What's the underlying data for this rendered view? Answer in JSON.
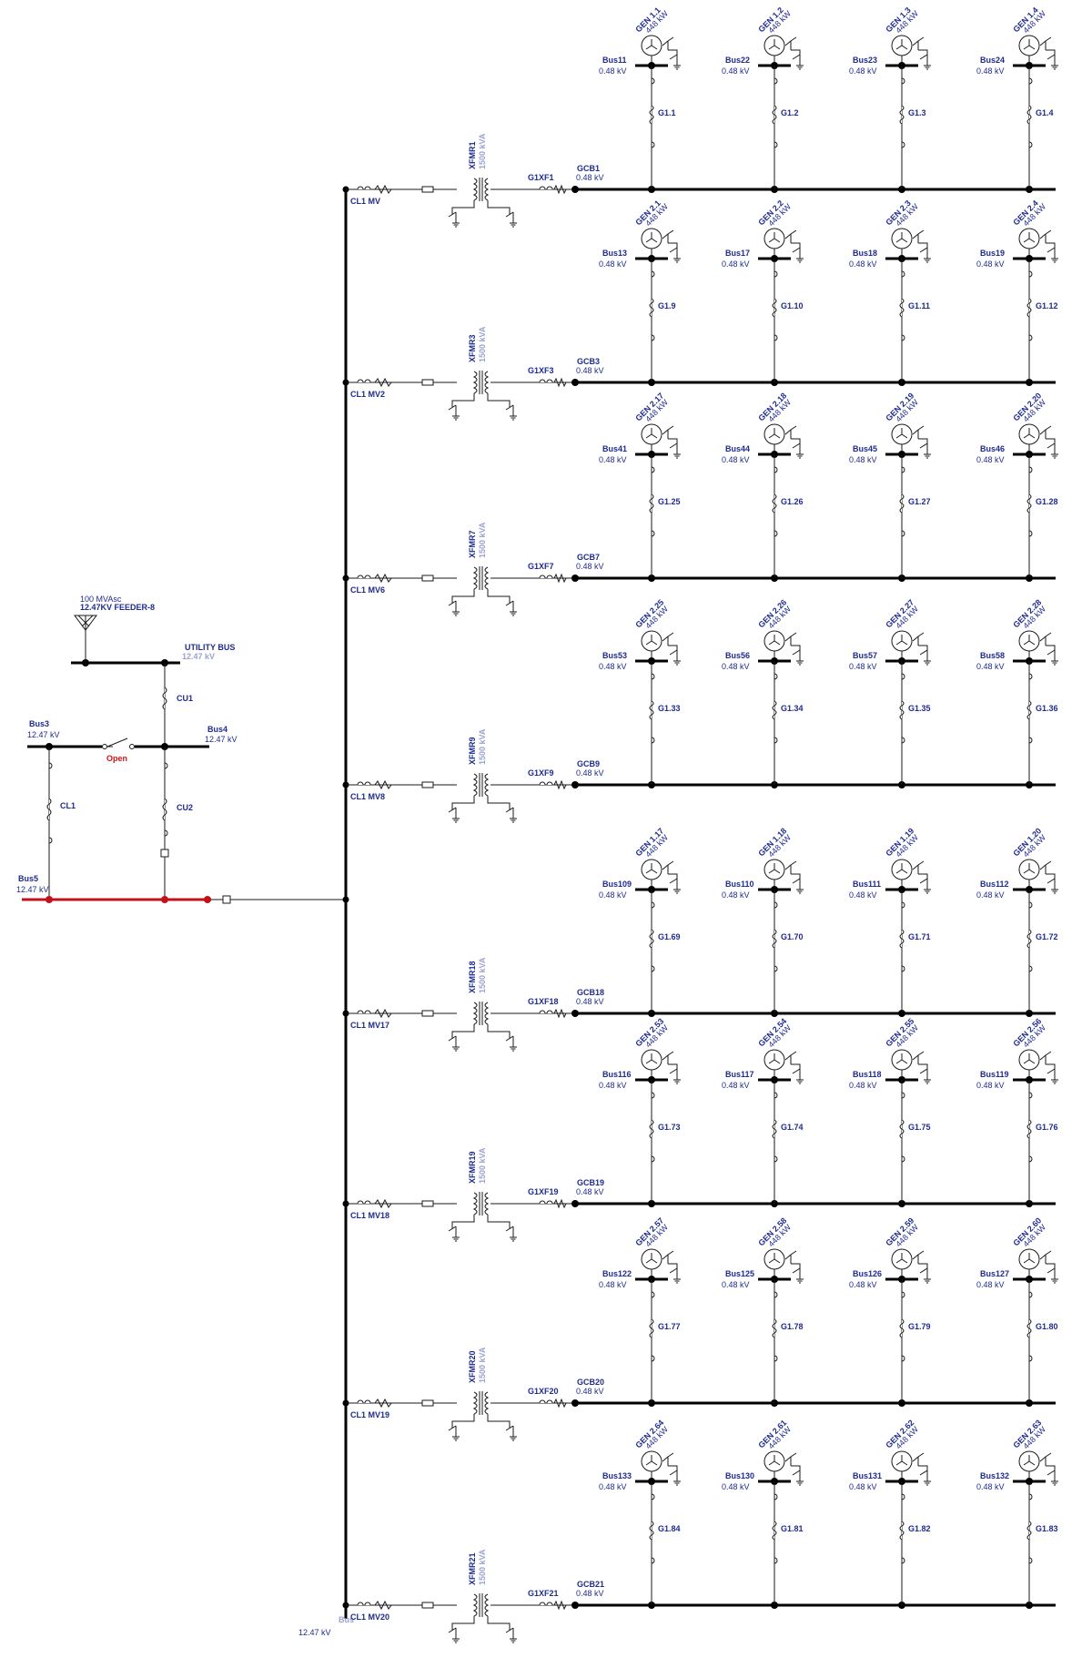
{
  "utility": {
    "rating": "100 MVAsc",
    "name": "12.47KV FEEDER-8"
  },
  "utility_bus": {
    "name": "UTILITY BUS",
    "voltage": "12.47 kV"
  },
  "bus3": {
    "name": "Bus3",
    "voltage": "12.47 kV"
  },
  "bus4": {
    "name": "Bus4",
    "voltage": "12.47 kV"
  },
  "bus5": {
    "name": "Bus5",
    "voltage": "12.47 kV"
  },
  "switch_state": "Open",
  "cables": {
    "cu1": "CU1",
    "cu2": "CU2",
    "cl1": "CL1"
  },
  "main_bus": {
    "name": "Bus",
    "voltage": "12.47 kV"
  },
  "gen_rating": "448 kW",
  "lv_voltage": "0.48 kV",
  "xfmr_rating": "1500 kVA",
  "feeders": [
    {
      "cable": "CL1 MV",
      "xfmr": "XFMR1",
      "xf": "G1XF1",
      "gcb": "GCB1",
      "gens": [
        {
          "gen": "GEN 1.1",
          "bus": "Bus11",
          "cable": "G1.1"
        },
        {
          "gen": "GEN 1.2",
          "bus": "Bus22",
          "cable": "G1.2"
        },
        {
          "gen": "GEN 1.3",
          "bus": "Bus23",
          "cable": "G1.3"
        },
        {
          "gen": "GEN 1.4",
          "bus": "Bus24",
          "cable": "G1.4"
        }
      ]
    },
    {
      "cable": "CL1 MV2",
      "xfmr": "XFMR3",
      "xf": "G1XF3",
      "gcb": "GCB3",
      "gens": [
        {
          "gen": "GEN 2.1",
          "bus": "Bus13",
          "cable": "G1.9"
        },
        {
          "gen": "GEN 2.2",
          "bus": "Bus17",
          "cable": "G1.10"
        },
        {
          "gen": "GEN 2.3",
          "bus": "Bus18",
          "cable": "G1.11"
        },
        {
          "gen": "GEN 2.4",
          "bus": "Bus19",
          "cable": "G1.12"
        }
      ]
    },
    {
      "cable": "CL1 MV6",
      "xfmr": "XFMR7",
      "xf": "G1XF7",
      "gcb": "GCB7",
      "gens": [
        {
          "gen": "GEN 2.17",
          "bus": "Bus41",
          "cable": "G1.25"
        },
        {
          "gen": "GEN 2.18",
          "bus": "Bus44",
          "cable": "G1.26"
        },
        {
          "gen": "GEN 2.19",
          "bus": "Bus45",
          "cable": "G1.27"
        },
        {
          "gen": "GEN 2.20",
          "bus": "Bus46",
          "cable": "G1.28"
        }
      ]
    },
    {
      "cable": "CL1 MV8",
      "xfmr": "XFMR9",
      "xf": "G1XF9",
      "gcb": "GCB9",
      "gens": [
        {
          "gen": "GEN 2.25",
          "bus": "Bus53",
          "cable": "G1.33"
        },
        {
          "gen": "GEN 2.26",
          "bus": "Bus56",
          "cable": "G1.34"
        },
        {
          "gen": "GEN 2.27",
          "bus": "Bus57",
          "cable": "G1.35"
        },
        {
          "gen": "GEN 2.28",
          "bus": "Bus58",
          "cable": "G1.36"
        }
      ]
    },
    {
      "cable": "CL1 MV17",
      "xfmr": "XFMR18",
      "xf": "G1XF18",
      "gcb": "GCB18",
      "gens": [
        {
          "gen": "GEN 1.17",
          "bus": "Bus109",
          "cable": "G1.69"
        },
        {
          "gen": "GEN 1.18",
          "bus": "Bus110",
          "cable": "G1.70"
        },
        {
          "gen": "GEN 1.19",
          "bus": "Bus111",
          "cable": "G1.71"
        },
        {
          "gen": "GEN 1.20",
          "bus": "Bus112",
          "cable": "G1.72"
        }
      ]
    },
    {
      "cable": "CL1 MV18",
      "xfmr": "XFMR19",
      "xf": "G1XF19",
      "gcb": "GCB19",
      "gens": [
        {
          "gen": "GEN 2.53",
          "bus": "Bus116",
          "cable": "G1.73"
        },
        {
          "gen": "GEN 2.54",
          "bus": "Bus117",
          "cable": "G1.74"
        },
        {
          "gen": "GEN 2.55",
          "bus": "Bus118",
          "cable": "G1.75"
        },
        {
          "gen": "GEN 2.56",
          "bus": "Bus119",
          "cable": "G1.76"
        }
      ]
    },
    {
      "cable": "CL1 MV19",
      "xfmr": "XFMR20",
      "xf": "G1XF20",
      "gcb": "GCB20",
      "gens": [
        {
          "gen": "GEN 2.57",
          "bus": "Bus122",
          "cable": "G1.77"
        },
        {
          "gen": "GEN 2.58",
          "bus": "Bus125",
          "cable": "G1.78"
        },
        {
          "gen": "GEN 2.59",
          "bus": "Bus126",
          "cable": "G1.79"
        },
        {
          "gen": "GEN 2.60",
          "bus": "Bus127",
          "cable": "G1.80"
        }
      ]
    },
    {
      "cable": "CL1 MV20",
      "xfmr": "XFMR21",
      "xf": "G1XF21",
      "gcb": "GCB21",
      "gens": [
        {
          "gen": "GEN 2.64",
          "bus": "Bus133",
          "cable": "G1.84"
        },
        {
          "gen": "GEN 2.61",
          "bus": "Bus130",
          "cable": "G1.81"
        },
        {
          "gen": "GEN 2.62",
          "bus": "Bus131",
          "cable": "G1.82"
        },
        {
          "gen": "GEN 2.63",
          "bus": "Bus132",
          "cable": "G1.83"
        }
      ]
    }
  ]
}
